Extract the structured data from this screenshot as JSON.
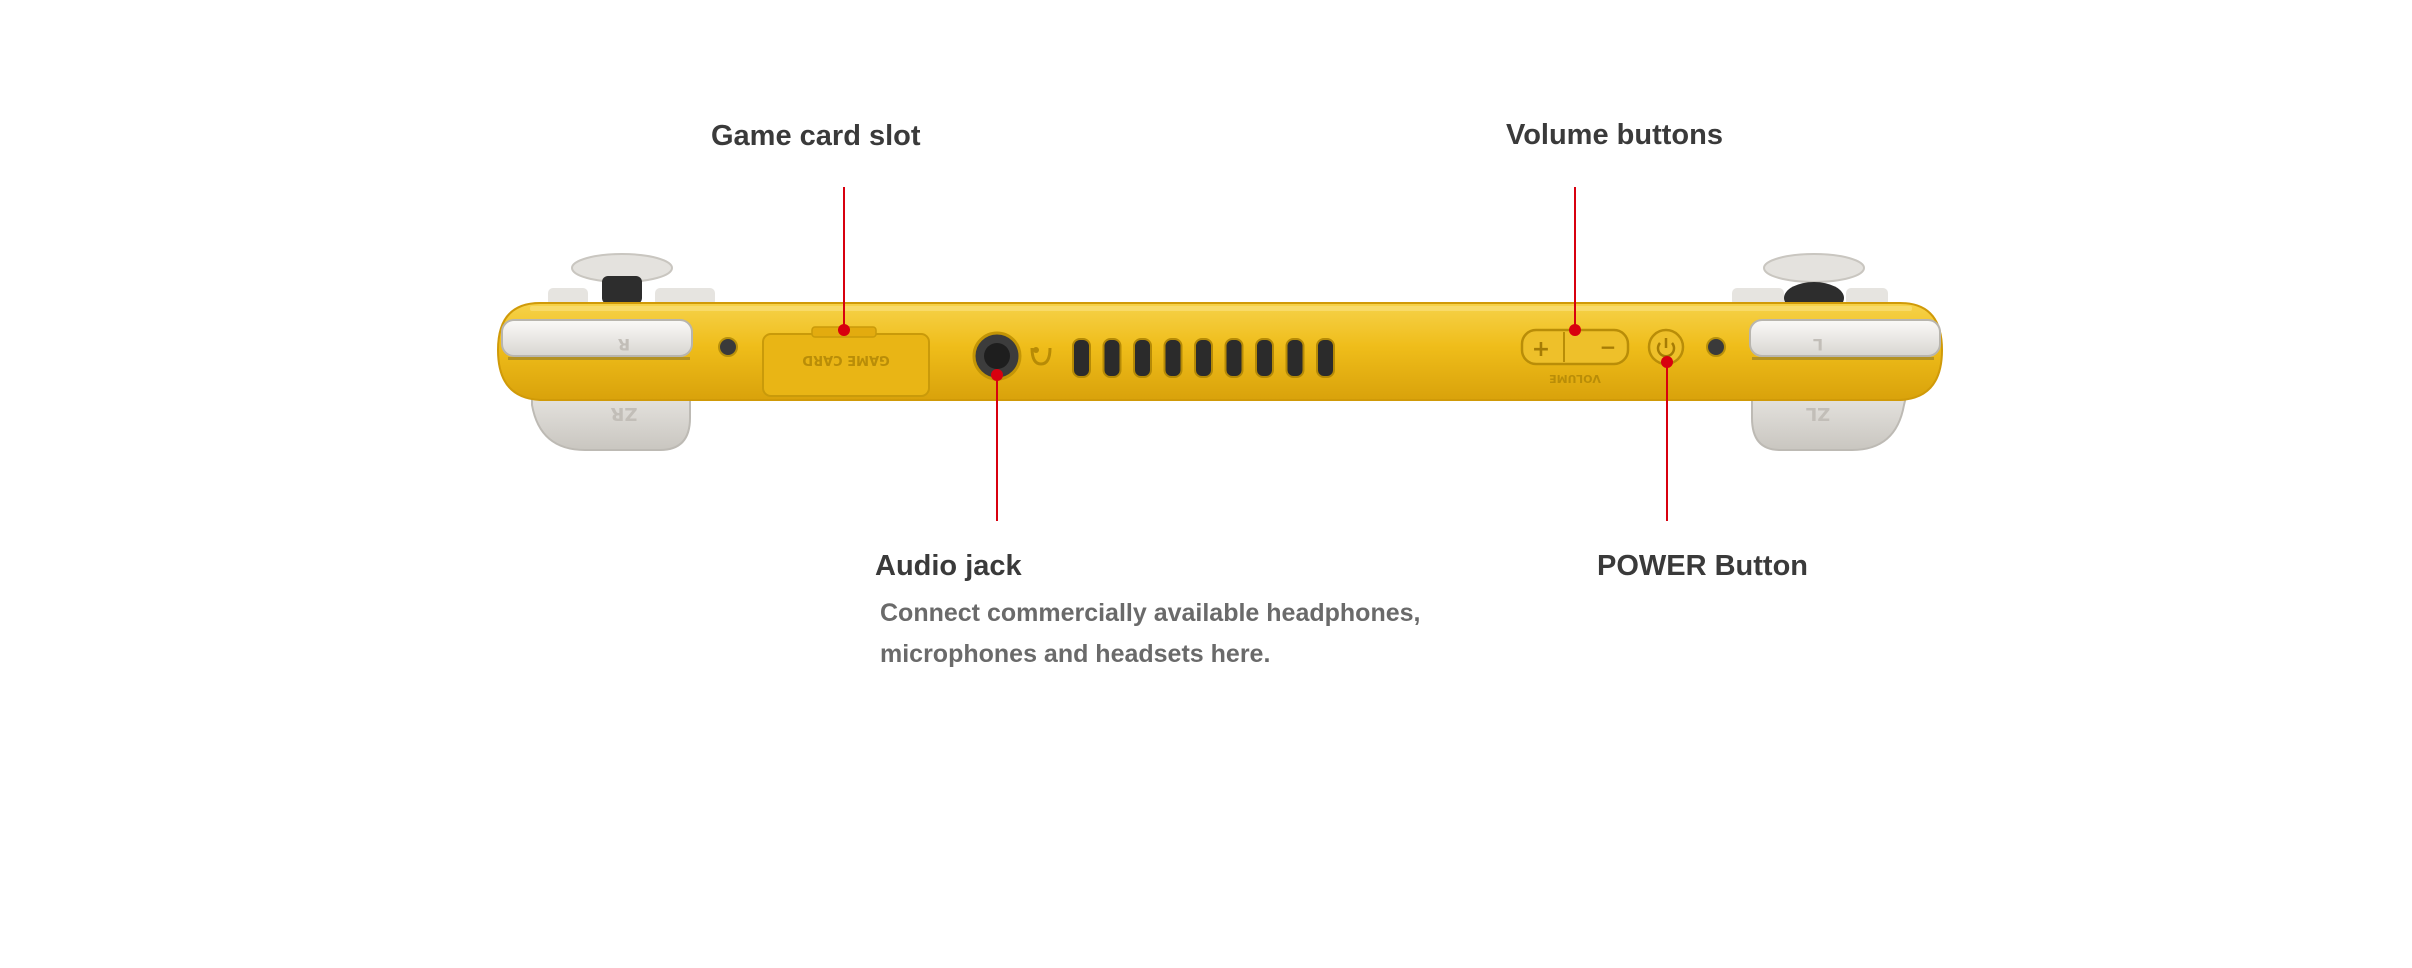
{
  "callouts": {
    "game_card": {
      "label": "Game card slot"
    },
    "volume": {
      "label": "Volume buttons"
    },
    "audio": {
      "label": "Audio jack",
      "description_line1": "Connect commercially available headphones,",
      "description_line2": "microphones and headsets here."
    },
    "power": {
      "label": "POWER Button"
    }
  },
  "device_text": {
    "r": "R",
    "zr": "ZR",
    "l": "L",
    "zl": "ZL",
    "game_card": "GAME CARD",
    "volume": "VOLUME",
    "plus": "+",
    "minus": "−"
  },
  "colors": {
    "body": "#efbd1a",
    "body_dark": "#d9a30c",
    "body_light": "#f7d455",
    "buttons": "#e9e7e3",
    "accent_red": "#d8000f",
    "label_text": "#3a3a3a",
    "desc_text": "#6a6a6a"
  }
}
